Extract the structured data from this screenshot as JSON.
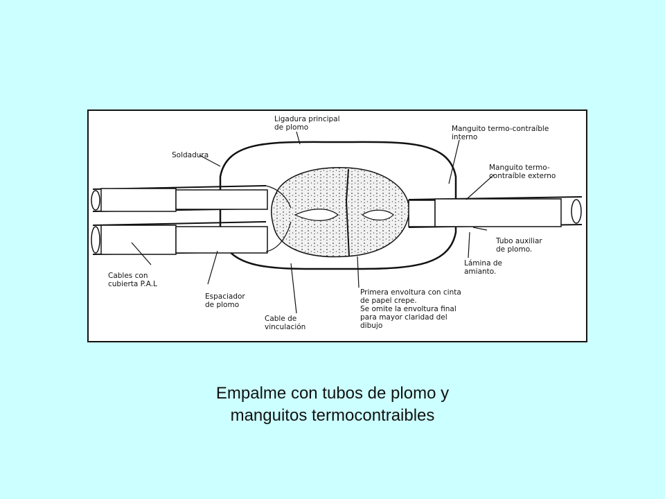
{
  "diagram": {
    "labels": {
      "ligadura": [
        "Ligadura principal",
        "de plomo"
      ],
      "soldadura": [
        "Soldadura"
      ],
      "manguito_interno": [
        "Manguito termo-contraíble",
        "interno"
      ],
      "manguito_externo": [
        "Manguito termo-",
        "contraíble externo"
      ],
      "cables": [
        "Cables con",
        "cubierta P.A.L"
      ],
      "espaciador": [
        "Espaciador",
        "de plomo"
      ],
      "cable_vinculacion": [
        "Cable de",
        "vinculación"
      ],
      "primera_envoltura": [
        "Primera envoltura con cinta",
        "de papel crepe.",
        "Se omite la envoltura final",
        "para mayor claridad del",
        "dibujo"
      ],
      "tubo_auxiliar": [
        "Tubo auxiliar",
        "de plomo."
      ],
      "lamina": [
        "Lámina de",
        "amianto."
      ]
    }
  },
  "caption": [
    "Empalme con tubos de plomo y",
    "manguitos termocontraibles"
  ]
}
